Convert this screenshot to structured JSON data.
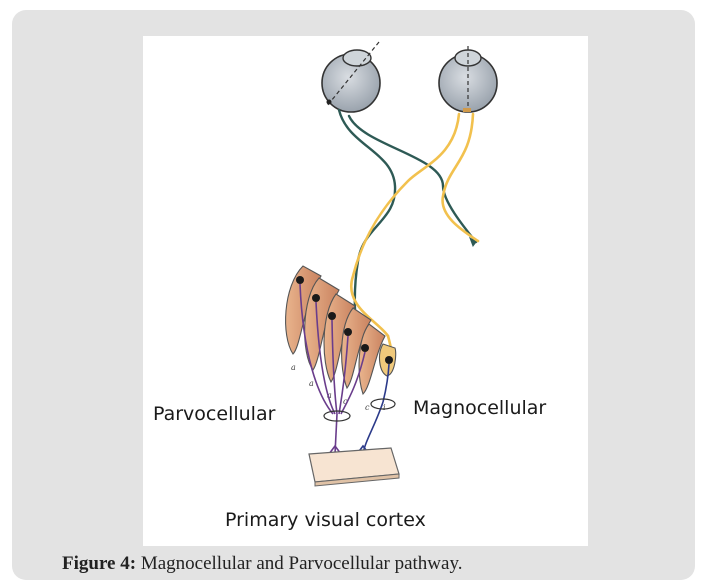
{
  "figure": {
    "labels": {
      "parvocellular": "Parvocellular",
      "magnocellular": "Magnocellular",
      "primary_visual_cortex": "Primary visual cortex"
    },
    "layer_letters": [
      "a",
      "a",
      "a",
      "c",
      "c",
      "i"
    ],
    "colors": {
      "ipsilateral_fiber": "#2e5a55",
      "contralateral_fiber": "#f2c14e",
      "parvo_projection": "#6a3d8c",
      "magno_projection": "#2b3a8a",
      "lgn_layer_fill": "#dfa37f",
      "eyeball": "#b5bcc4"
    }
  },
  "caption": {
    "label": "Figure 4:",
    "text": "Magnocellular and Parvocellular pathway."
  }
}
